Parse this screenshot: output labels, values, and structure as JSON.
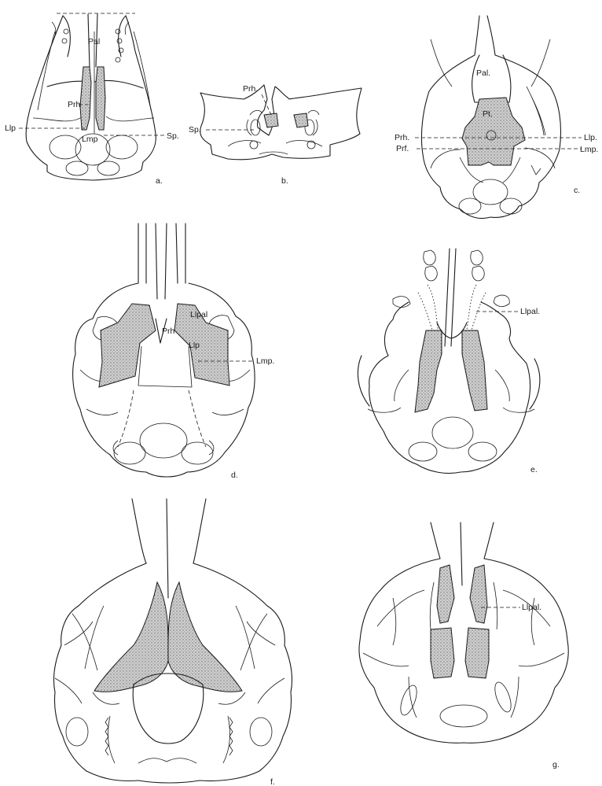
{
  "figures": {
    "a": {
      "caption": "a.",
      "labels": {
        "pal": "Pal",
        "prh": "Prh",
        "llp": "Llp",
        "lmp": "Lmp",
        "sp": "Sp."
      }
    },
    "b": {
      "caption": "b.",
      "labels": {
        "prh": "Prh.",
        "sp": "Sp."
      }
    },
    "c": {
      "caption": "c.",
      "labels": {
        "pal": "Pal.",
        "pt": "Pt.",
        "prh": "Prh.",
        "prf": "Prf.",
        "llp": "Llp.",
        "lmp": "Lmp."
      }
    },
    "d": {
      "caption": "d.",
      "labels": {
        "llpal": "Llpal",
        "prh": "Prh",
        "llp": "Llp",
        "lmp": "Lmp."
      }
    },
    "e": {
      "caption": "e.",
      "labels": {
        "llpal": "Llpal."
      }
    },
    "f": {
      "caption": "f."
    },
    "g": {
      "caption": "g.",
      "labels": {
        "llpal": "Llpal."
      }
    }
  }
}
